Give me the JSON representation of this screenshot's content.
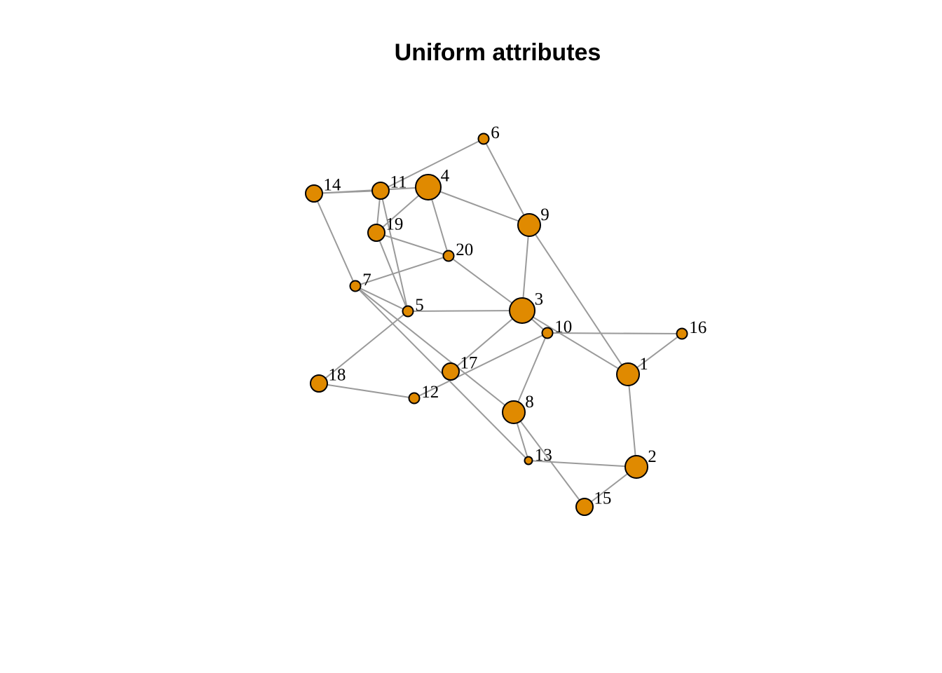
{
  "title": "Uniform attributes",
  "colors": {
    "node_fill": "#e08a00",
    "edge": "#9a9a9a",
    "node_stroke": "#000000"
  },
  "nodes": [
    {
      "id": "1",
      "label": "1",
      "size": "large"
    },
    {
      "id": "2",
      "label": "2",
      "size": "large"
    },
    {
      "id": "3",
      "label": "3",
      "size": "xlarge"
    },
    {
      "id": "4",
      "label": "4",
      "size": "xlarge"
    },
    {
      "id": "5",
      "label": "5",
      "size": "small"
    },
    {
      "id": "6",
      "label": "6",
      "size": "small"
    },
    {
      "id": "7",
      "label": "7",
      "size": "small"
    },
    {
      "id": "8",
      "label": "8",
      "size": "large"
    },
    {
      "id": "9",
      "label": "9",
      "size": "large"
    },
    {
      "id": "10",
      "label": "10",
      "size": "small"
    },
    {
      "id": "11",
      "label": "11",
      "size": "medium"
    },
    {
      "id": "12",
      "label": "12",
      "size": "small"
    },
    {
      "id": "13",
      "label": "13",
      "size": "tiny"
    },
    {
      "id": "14",
      "label": "14",
      "size": "medium"
    },
    {
      "id": "15",
      "label": "15",
      "size": "medium"
    },
    {
      "id": "16",
      "label": "16",
      "size": "small"
    },
    {
      "id": "17",
      "label": "17",
      "size": "medium"
    },
    {
      "id": "18",
      "label": "18",
      "size": "medium"
    },
    {
      "id": "19",
      "label": "19",
      "size": "medium"
    },
    {
      "id": "20",
      "label": "20",
      "size": "small"
    }
  ],
  "edges": [
    [
      "14",
      "11"
    ],
    [
      "14",
      "4"
    ],
    [
      "14",
      "7"
    ],
    [
      "11",
      "6"
    ],
    [
      "11",
      "19"
    ],
    [
      "11",
      "5"
    ],
    [
      "4",
      "19"
    ],
    [
      "4",
      "20"
    ],
    [
      "4",
      "9"
    ],
    [
      "6",
      "9"
    ],
    [
      "9",
      "3"
    ],
    [
      "9",
      "1"
    ],
    [
      "19",
      "20"
    ],
    [
      "19",
      "5"
    ],
    [
      "20",
      "7"
    ],
    [
      "20",
      "3"
    ],
    [
      "7",
      "5"
    ],
    [
      "7",
      "8"
    ],
    [
      "7",
      "13"
    ],
    [
      "5",
      "3"
    ],
    [
      "5",
      "18"
    ],
    [
      "3",
      "10"
    ],
    [
      "3",
      "17"
    ],
    [
      "3",
      "1"
    ],
    [
      "10",
      "16"
    ],
    [
      "10",
      "12"
    ],
    [
      "10",
      "8"
    ],
    [
      "16",
      "1"
    ],
    [
      "1",
      "2"
    ],
    [
      "18",
      "12"
    ],
    [
      "8",
      "13"
    ],
    [
      "8",
      "15"
    ],
    [
      "13",
      "2"
    ],
    [
      "2",
      "15"
    ]
  ]
}
